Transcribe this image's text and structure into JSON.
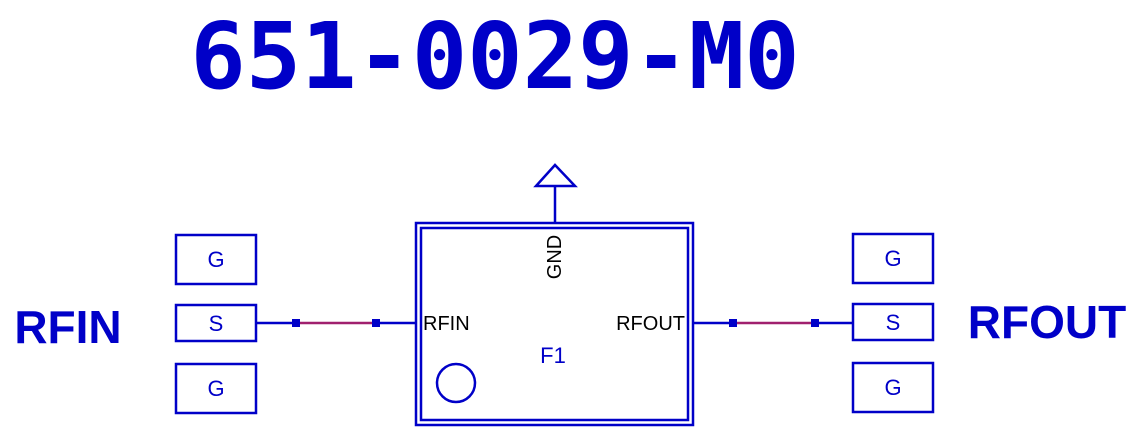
{
  "title": "651-0029-M0",
  "colors": {
    "primary": "#0000c8",
    "pin_text": "#000000",
    "trace": "#a0206e",
    "background": "#ffffff"
  },
  "ports": {
    "input": {
      "name": "RFIN",
      "pads": [
        "G",
        "S",
        "G"
      ]
    },
    "output": {
      "name": "RFOUT",
      "pads": [
        "G",
        "S",
        "G"
      ]
    }
  },
  "component": {
    "ref": "F1",
    "pins": {
      "gnd": "GND",
      "in": "RFIN",
      "out": "RFOUT"
    }
  },
  "icons": {
    "ground": "ground-arrow-icon",
    "pin1": "pin1-circle-icon"
  }
}
